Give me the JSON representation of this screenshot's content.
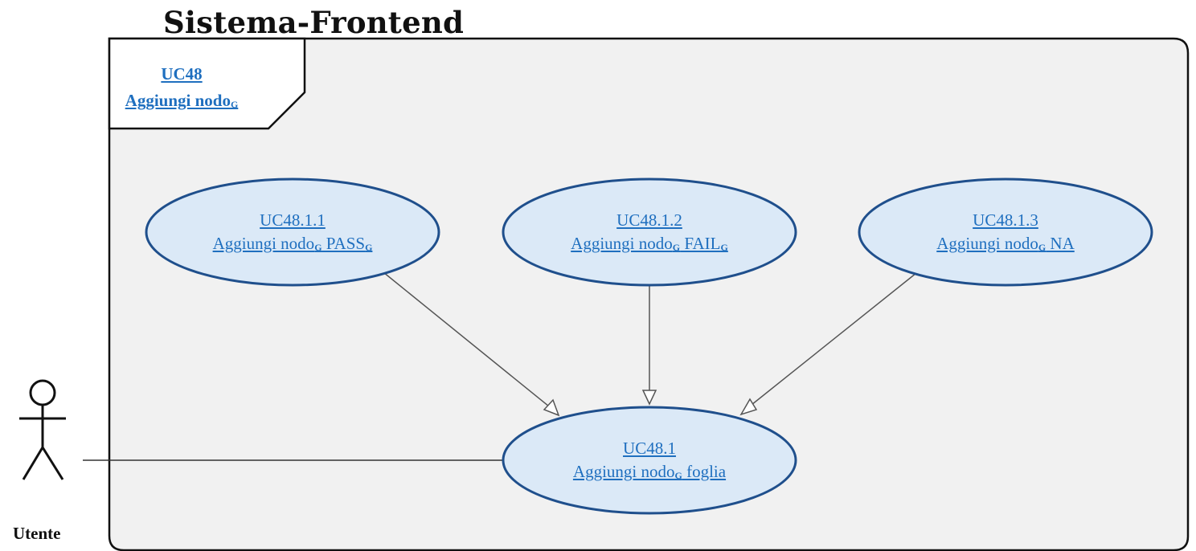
{
  "system": {
    "title": "Sistema-Frontend"
  },
  "frame": {
    "id": "UC48",
    "name": "Aggiungi nodo",
    "glossary_mark": "G"
  },
  "actor": {
    "name": "Utente"
  },
  "use_cases": [
    {
      "id": "UC48.1.1",
      "name_prefix": "Aggiungi nodo",
      "name_mark": "G",
      "name_suffix": " PASS",
      "suffix_mark": "G"
    },
    {
      "id": "UC48.1.2",
      "name_prefix": "Aggiungi nodo",
      "name_mark": "G",
      "name_suffix": " FAIL",
      "suffix_mark": "G"
    },
    {
      "id": "UC48.1.3",
      "name_prefix": "Aggiungi nodo",
      "name_mark": "G",
      "name_suffix": " NA",
      "suffix_mark": ""
    },
    {
      "id": "UC48.1",
      "name_prefix": "Aggiungi nodo",
      "name_mark": "G",
      "name_suffix": " foglia",
      "suffix_mark": ""
    }
  ],
  "relations": [
    {
      "type": "generalization",
      "from": "UC48.1.1",
      "to": "UC48.1"
    },
    {
      "type": "generalization",
      "from": "UC48.1.2",
      "to": "UC48.1"
    },
    {
      "type": "generalization",
      "from": "UC48.1.3",
      "to": "UC48.1"
    },
    {
      "type": "association",
      "from": "Utente",
      "to": "UC48.1"
    }
  ],
  "colors": {
    "ellipse_fill": "#dbe9f7",
    "ellipse_stroke": "#1f4f8c",
    "link_text": "#1f6fbf",
    "system_fill": "#f1f1f1",
    "edge": "#555555"
  }
}
